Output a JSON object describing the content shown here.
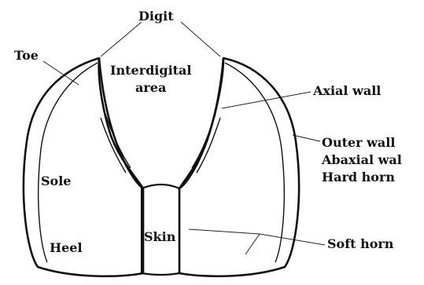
{
  "labels": {
    "digit": "Digit",
    "toe": "Toe",
    "interdigital_1": "Interdigital",
    "interdigital_2": "area",
    "axial_wall": "Axial wall",
    "outer_wall": "Outer wall",
    "abaxial_wall": "Abaxial wal",
    "hard_horn": "Hard horn",
    "sole": "Sole",
    "heel": "Heel",
    "skin": "Skin",
    "soft_horn": "Soft horn"
  }
}
